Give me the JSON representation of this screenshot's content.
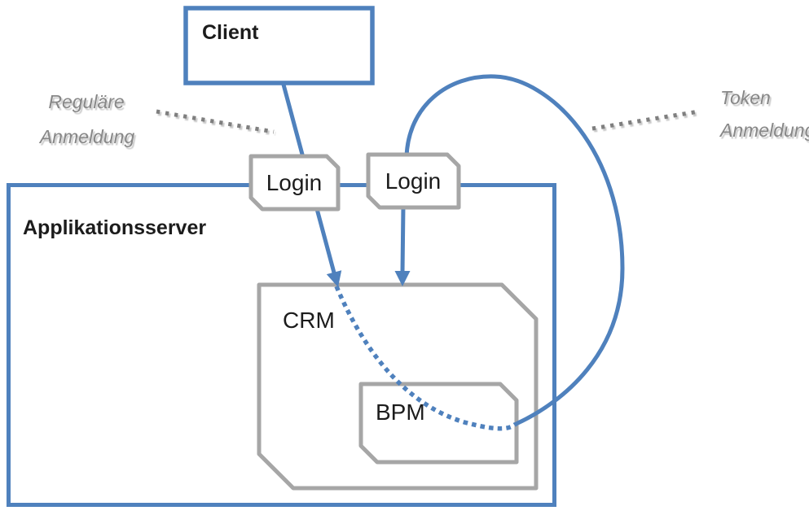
{
  "nodes": {
    "client": {
      "label": "Client"
    },
    "app_server": {
      "label": "Applikationsserver"
    },
    "login_left": {
      "label": "Login"
    },
    "login_right": {
      "label": "Login"
    },
    "crm": {
      "label": "CRM"
    },
    "bpm": {
      "label": "BPM"
    }
  },
  "annotations": {
    "regular": {
      "line1": "Reguläre",
      "line2": "Anmeldung"
    },
    "token": {
      "line1": "Token",
      "line2": "Anmeldung"
    }
  },
  "colors": {
    "blue": "#4f81bd",
    "box_gray": "#a6a6a6",
    "white": "#ffffff",
    "text": "#1c1c1c",
    "annotation_gray": "#878787",
    "leader_gray": "#7f7f7f"
  }
}
